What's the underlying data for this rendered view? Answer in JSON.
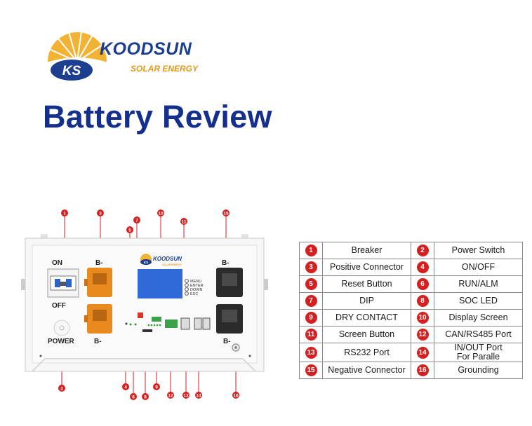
{
  "brand": {
    "name": "KOODSUN",
    "subtitle": "SOLAR ENERGY",
    "monogram": "KS"
  },
  "title": "Battery Review",
  "device_labels": {
    "on": "ON",
    "off": "OFF",
    "power": "POWER",
    "b_minus": "B-",
    "menu": "MENU",
    "enter": "ENTER",
    "down": "DOWN",
    "esc": "ESC",
    "screen_brand": "KOODSUN",
    "screen_sub": "SOLAR ENERGY",
    "screen_monogram": "KS"
  },
  "callouts": [
    "1",
    "2",
    "3",
    "4",
    "5",
    "6",
    "7",
    "8",
    "9",
    "10",
    "11",
    "12",
    "13",
    "14",
    "15",
    "16"
  ],
  "parts": [
    {
      "num": "1",
      "name": "Breaker"
    },
    {
      "num": "2",
      "name": "Power Switch"
    },
    {
      "num": "3",
      "name": "Positive Connector"
    },
    {
      "num": "4",
      "name": "ON/OFF"
    },
    {
      "num": "5",
      "name": "Reset Button"
    },
    {
      "num": "6",
      "name": "RUN/ALM"
    },
    {
      "num": "7",
      "name": "DIP"
    },
    {
      "num": "8",
      "name": "SOC LED"
    },
    {
      "num": "9",
      "name": "DRY CONTACT"
    },
    {
      "num": "10",
      "name": "Display Screen"
    },
    {
      "num": "11",
      "name": "Screen Button"
    },
    {
      "num": "12",
      "name": "CAN/RS485 Port"
    },
    {
      "num": "13",
      "name": "RS232 Port"
    },
    {
      "num": "14",
      "name": "IN/OUT Port\nFor Paralle"
    },
    {
      "num": "15",
      "name": "Negative Connector"
    },
    {
      "num": "16",
      "name": "Grounding"
    }
  ],
  "colors": {
    "title_blue": "#14308c",
    "brand_blue": "#1d3f8f",
    "brand_orange": "#e39a1c",
    "badge_red": "#d61f1f",
    "connector_orange": "#e88a1e",
    "screen_blue": "#2f6bd6"
  }
}
